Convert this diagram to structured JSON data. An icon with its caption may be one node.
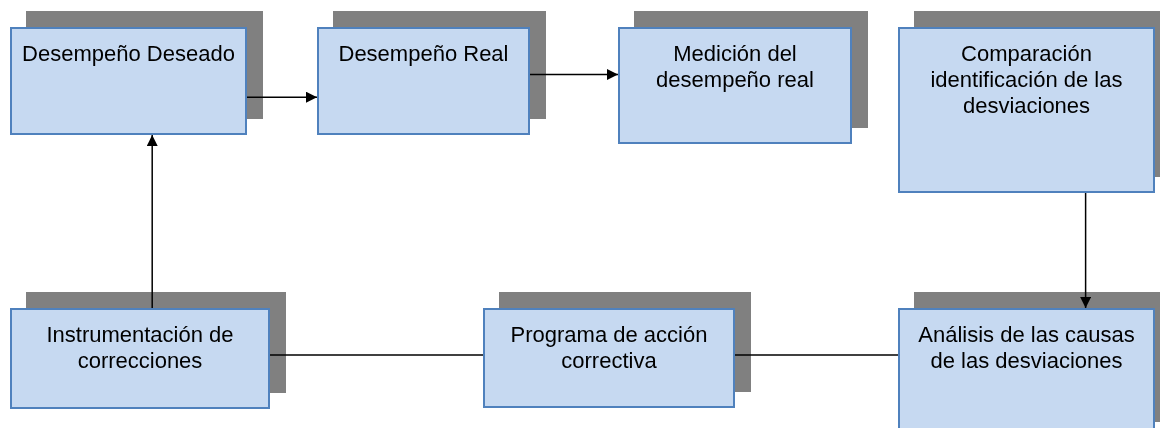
{
  "diagram": {
    "nodes": [
      {
        "text": [
          "Desempeño Deseado"
        ]
      },
      {
        "text": [
          "Desempeño Real"
        ]
      },
      {
        "text": [
          "Medición del desempeño real"
        ]
      },
      {
        "text": [
          "Comparación identificación de las desviaciones"
        ]
      },
      {
        "text": [
          "Instrumentación de correcciones"
        ]
      },
      {
        "text": [
          "Programa de acción correctiva"
        ]
      },
      {
        "text": [
          "Análisis de las causas de las desviaciones"
        ]
      }
    ],
    "edges": [
      {
        "from": 0,
        "to": 1,
        "arrow": "to"
      },
      {
        "from": 1,
        "to": 2,
        "arrow": "to"
      },
      {
        "from": 3,
        "to": 6,
        "arrow": "to"
      },
      {
        "from": 4,
        "to": 0,
        "arrow": "to"
      },
      {
        "from": 5,
        "to": 4,
        "arrow": "none"
      },
      {
        "from": 6,
        "to": 5,
        "arrow": "none"
      }
    ]
  }
}
